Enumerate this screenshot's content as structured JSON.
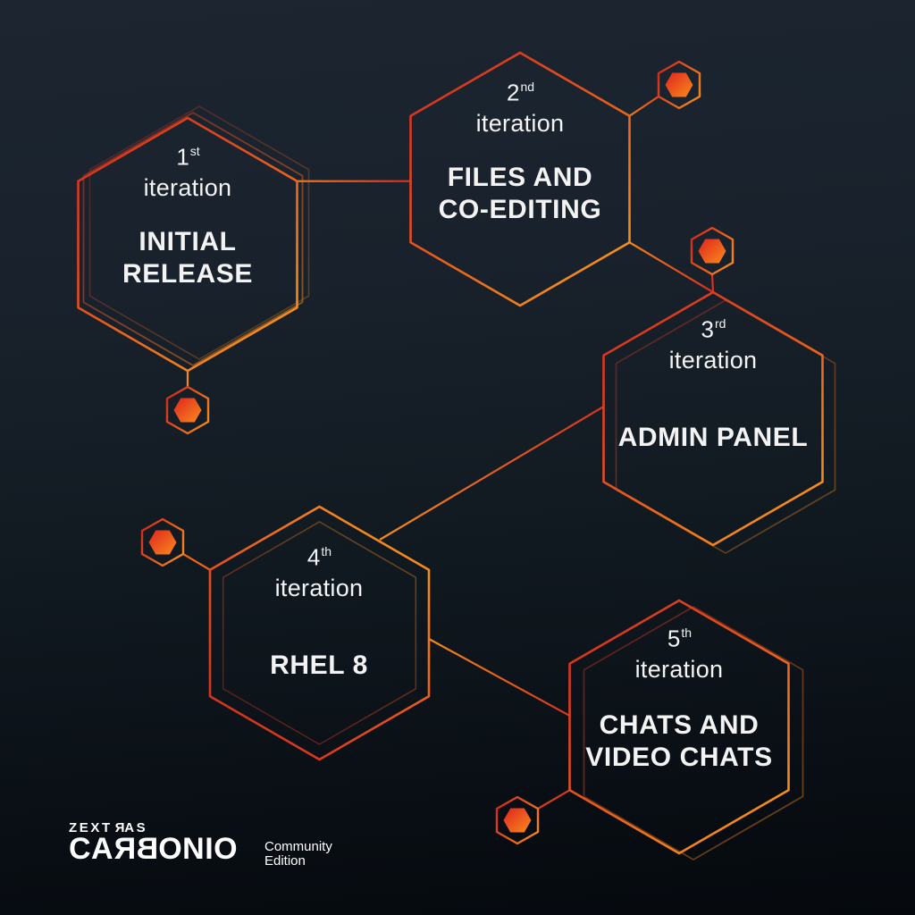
{
  "theme": {
    "background_top": "#1c2530",
    "background_bottom": "#05090e",
    "accent_red": "#cf2a1e",
    "accent_orange": "#f7941d",
    "text_color": "#f3f3f3"
  },
  "hexes": [
    {
      "ordinal_number": "1",
      "ordinal_suffix": "st",
      "label": "iteration",
      "title_line1": "INITIAL",
      "title_line2": "RELEASE"
    },
    {
      "ordinal_number": "2",
      "ordinal_suffix": "nd",
      "label": "iteration",
      "title_line1": "FILES AND",
      "title_line2": "CO-EDITING"
    },
    {
      "ordinal_number": "3",
      "ordinal_suffix": "rd",
      "label": "iteration",
      "title_line1": "ADMIN PANEL",
      "title_line2": ""
    },
    {
      "ordinal_number": "4",
      "ordinal_suffix": "th",
      "label": "iteration",
      "title_line1": "RHEL 8",
      "title_line2": ""
    },
    {
      "ordinal_number": "5",
      "ordinal_suffix": "th",
      "label": "iteration",
      "title_line1": "CHATS AND",
      "title_line2": "VIDEO CHATS"
    }
  ],
  "logo": {
    "zextras_start": "ZEXT",
    "zextras_r": "R",
    "zextras_end": "AS",
    "carbonio_start": "CA",
    "carbonio_r": "R",
    "carbonio_b": "B",
    "carbonio_end": "ONIO",
    "edition_line1": "Community",
    "edition_line2": "Edition"
  }
}
